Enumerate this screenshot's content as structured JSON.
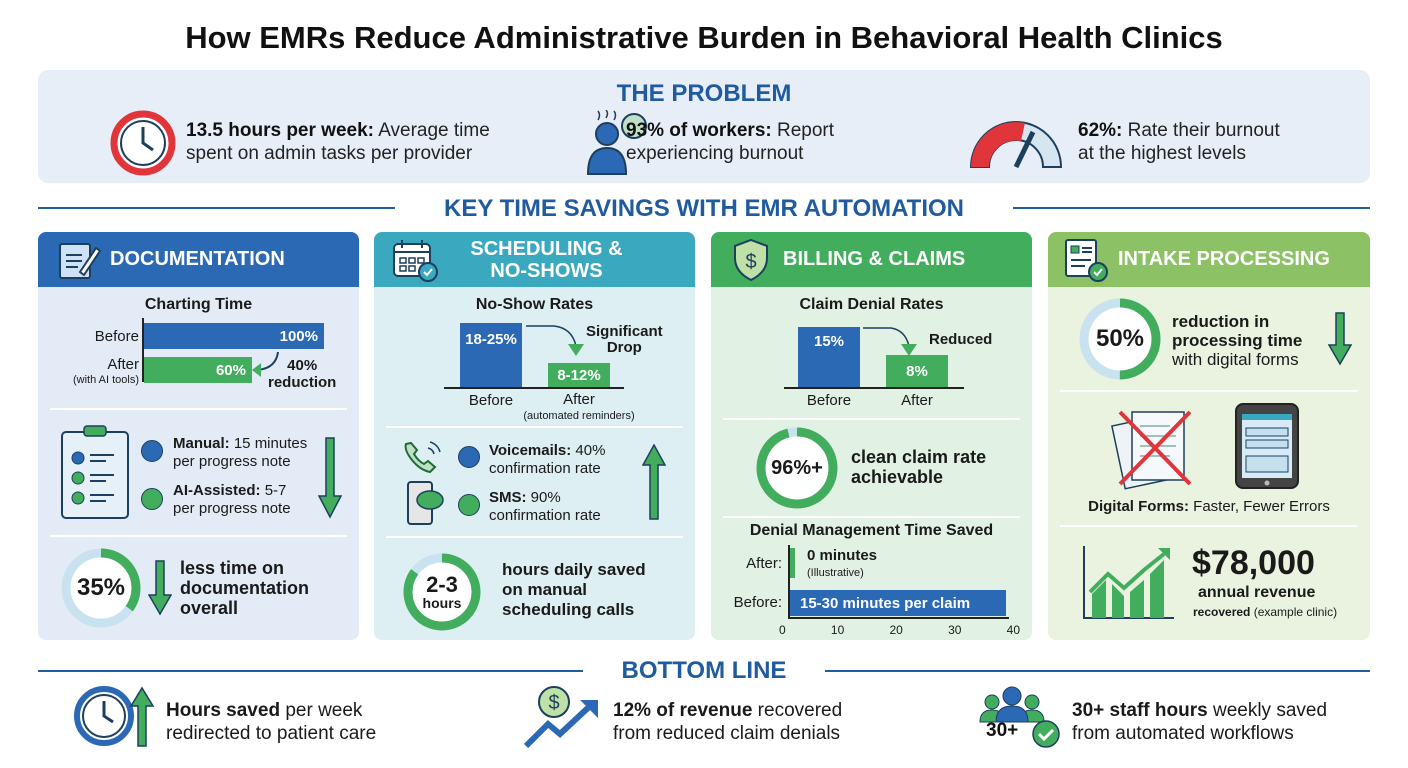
{
  "title": "How EMRs Reduce Administrative Burden in Behavioral Health Clinics",
  "problem": {
    "heading": "THE PROBLEM",
    "items": [
      {
        "bold": "13.5 hours per week:",
        "text": " Average time\nspent on admin tasks per provider"
      },
      {
        "bold": "93% of workers:",
        "text": " Report\nexperiencing burnout"
      },
      {
        "bold": "62%:",
        "text": " Rate their burnout\nat the highest levels"
      }
    ]
  },
  "savings_heading": "KEY TIME SAVINGS WITH EMR AUTOMATION",
  "colors": {
    "blue": "#2c69b5",
    "teal": "#3aa8bf",
    "green": "#43ad5e",
    "lightgreen": "#8cc265",
    "red": "#e0353a",
    "navy": "#1f5b9e"
  },
  "documentation": {
    "title": "DOCUMENTATION",
    "chart_title": "Charting Time",
    "before_label": "Before",
    "after_label": "After",
    "after_sub": "(with AI tools)",
    "before_value": 100,
    "before_text": "100%",
    "after_value": 60,
    "after_text": "60%",
    "reduction": "40%\nreduction",
    "manual_bold": "Manual:",
    "manual_text": " 15 minutes\nper progress note",
    "ai_bold": "AI-Assisted:",
    "ai_text": " 5-7\nper progress note",
    "ring_value": 35,
    "ring_text": "35%",
    "ring_caption": "less time on\ndocumentation\noverall"
  },
  "scheduling": {
    "title": "SCHEDULING &\nNO-SHOWS",
    "chart_title": "No-Show Rates",
    "before_text": "18-25%",
    "after_text": "8-12%",
    "before_label": "Before",
    "after_label": "After",
    "after_sub": "(automated reminders)",
    "drop": "Significant\nDrop",
    "voice_bold": "Voicemails:",
    "voice_text": " 40%\nconfirmation rate",
    "sms_bold": "SMS:",
    "sms_text": " 90%\nconfirmation rate",
    "ring_value": 85,
    "ring_num": "2-3",
    "ring_unit": "hours",
    "ring_caption": "hours daily saved\non manual\nscheduling calls"
  },
  "billing": {
    "title": "BILLING & CLAIMS",
    "chart_title": "Claim Denial Rates",
    "before_value": 15,
    "before_text": "15%",
    "after_value": 8,
    "after_text": "8%",
    "before_label": "Before",
    "after_label": "After",
    "reduced": "Reduced",
    "ring_value": 96,
    "ring_text": "96%+",
    "ring_caption": "clean claim rate\nachievable",
    "dm_title": "Denial Management Time Saved",
    "dm_after_label": "After:",
    "dm_after_text": "0 minutes",
    "dm_after_sub": "(Illustrative)",
    "dm_before_label": "Before:",
    "dm_before_text": "15-30 minutes per claim",
    "dm_before_value": 40,
    "dm_after_value": 1,
    "ticks": [
      "0",
      "10",
      "20",
      "30",
      "40"
    ]
  },
  "intake": {
    "title": "INTAKE PROCESSING",
    "ring_value": 50,
    "ring_text": "50%",
    "ring_bold": "reduction in\nprocessing time",
    "ring_text2": "with digital forms",
    "forms_bold": "Digital Forms:",
    "forms_text": " Faster, Fewer Errors",
    "revenue": "$78,000",
    "revenue_label": "annual revenue",
    "recovered_bold": "recovered",
    "recovered_text": " (example clinic)"
  },
  "bottom": {
    "heading": "BOTTOM LINE",
    "items": [
      {
        "bold": "Hours saved",
        "text": " per week\nredirected to patient care"
      },
      {
        "bold": "12% of revenue",
        "text": " recovered\nfrom reduced claim denials"
      },
      {
        "bold": "30+ staff hours",
        "text": " weekly saved\nfrom automated workflows",
        "badge": "30+"
      }
    ]
  }
}
